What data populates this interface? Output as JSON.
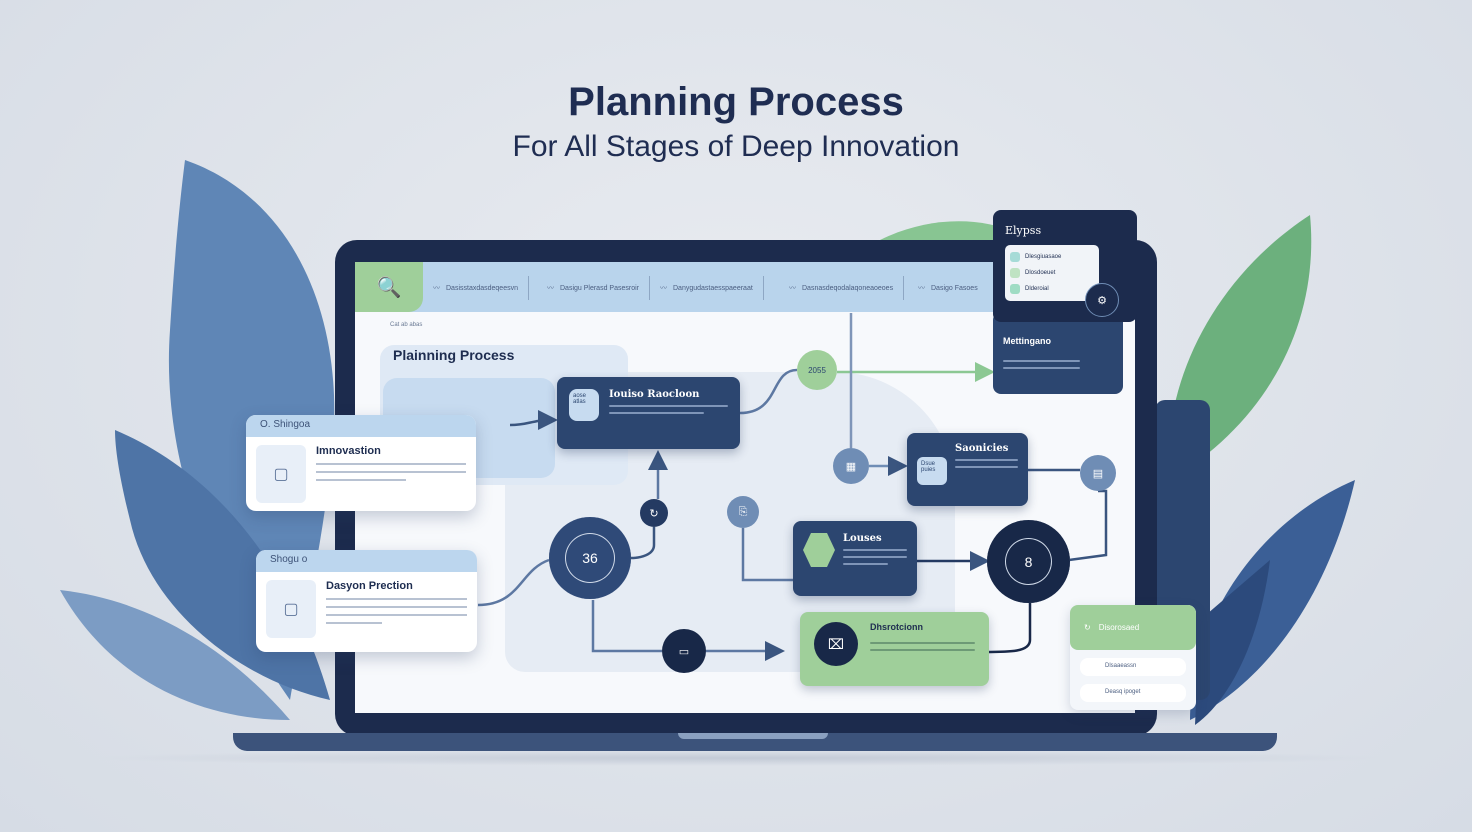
{
  "header": {
    "title": "Planning Process",
    "subtitle": "For All Stages of Deep Innovation"
  },
  "colors": {
    "navy": "#1c2b4d",
    "box": "#2c4670",
    "green": "#9fcf9a",
    "lightblue": "#b9d4ec",
    "steel": "#6f8db5"
  },
  "screen": {
    "search_icon": "search-icon",
    "topbar_items": [
      "Dasisstaxdasdeqeesvn",
      "Dasigu Plerasd Pasesroir",
      "Danygudastaesspaeeraat",
      "Dasnasdeqodalaqoneaoeoes",
      "Dasigo Fasoes"
    ],
    "breadcrumb": "Cat ab abas",
    "heading": "Plainning Process"
  },
  "nodes": {
    "box1": {
      "title": "Iouiso Raocloon",
      "badge": "aose atlas"
    },
    "box2": {
      "title": "Saonicies",
      "badge": "Dsue puies"
    },
    "box3": {
      "title": "Louses"
    },
    "box4": {
      "title": "Dhsrotcionn"
    },
    "green_circle": "2055",
    "big_circle_left": "36",
    "big_circle_right": "8"
  },
  "cards": {
    "innovation": {
      "header": "O. Shingoa",
      "title": "Imnovastion"
    },
    "design": {
      "header": "Shogu o",
      "title": "Dasyon Prection"
    }
  },
  "popup": {
    "title": "Elypss",
    "items": [
      "Dlesgiuasaoe",
      "Dlosdoeuet",
      "Dlderoial"
    ],
    "panel_title": "Mettingano"
  },
  "side_card": {
    "title": "Disorosaed",
    "items": [
      "Dlsaaeassn",
      "Deasq ipoget"
    ]
  }
}
